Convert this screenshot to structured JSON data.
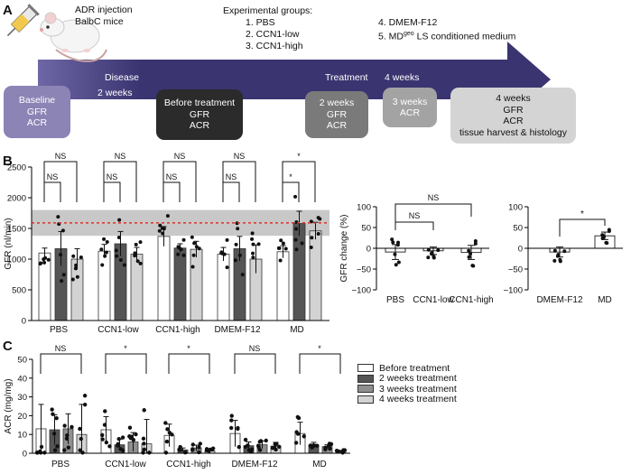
{
  "panel_a": {
    "letter": "A",
    "injection_label": "ADR injection",
    "mouse_label": "BalbC mice",
    "groups_title": "Experimental groups:",
    "groups_col1": [
      "1. PBS",
      "2. CCN1-low",
      "3. CCN1-high"
    ],
    "group4": "4. DMEM-F12",
    "group5_prefix": "5. MD",
    "group5_sup": "geo",
    "group5_suffix": " LS conditioned medium",
    "disease_label": "Disease",
    "disease_duration": "2 weeks",
    "treatment_label": "Treatment",
    "treatment_duration": "4 weeks",
    "boxes": [
      {
        "lines": [
          "Baseline",
          "GFR",
          "ACR"
        ],
        "color": "#8c84b5",
        "text_color": "#ffffff"
      },
      {
        "lines": [
          "Before treatment",
          "GFR",
          "ACR"
        ],
        "color": "#2b2b2b",
        "text_color": "#ffffff"
      },
      {
        "lines": [
          "2 weeks",
          "GFR",
          "ACR"
        ],
        "color": "#7a7a7a",
        "text_color": "#ffffff"
      },
      {
        "lines": [
          "3 weeks",
          "ACR"
        ],
        "color": "#a3a3a3",
        "text_color": "#ffffff"
      },
      {
        "lines": [
          "4 weeks",
          "GFR",
          "ACR",
          "tissue harvest & histology"
        ],
        "color": "#d4d4d4",
        "text_color": "#111111"
      }
    ],
    "colors": {
      "arrow_dark": "#3a3470",
      "arrow_light": "#6e67a6"
    }
  },
  "panel_b_letter": "B",
  "panel_c_letter": "C",
  "legend": [
    {
      "label": "Before treatment",
      "color": "#ffffff"
    },
    {
      "label": "2 weeks treatment",
      "color": "#555555"
    },
    {
      "label": "3 weeks treatment",
      "color": "#8f8f8f"
    },
    {
      "label": "4 weeks treatment",
      "color": "#d3d3d3"
    }
  ],
  "chart_data": [
    {
      "type": "bar",
      "ylabel": "GFR (nl/min)",
      "ylim": [
        0,
        2500
      ],
      "yticks": [
        0,
        500,
        1000,
        1500,
        2000,
        2500
      ],
      "tick_labels": [
        "0",
        "500",
        "1000",
        "1500",
        "2000",
        "2500"
      ],
      "categories": [
        "PBS",
        "CCN1-low",
        "CCN1-high",
        "DMEM-F12",
        "MD"
      ],
      "series_colors": [
        "#ffffff",
        "#555555",
        "#d3d3d3"
      ],
      "values": [
        [
          1100,
          1170,
          1000
        ],
        [
          1130,
          1250,
          1080
        ],
        [
          1370,
          1180,
          1160
        ],
        [
          1080,
          1170,
          1000
        ],
        [
          1120,
          1580,
          1460
        ]
      ],
      "errors": [
        [
          80,
          280,
          170
        ],
        [
          110,
          200,
          110
        ],
        [
          160,
          70,
          130
        ],
        [
          110,
          200,
          230
        ],
        [
          100,
          200,
          140
        ]
      ],
      "baseline_band": [
        1380,
        1800
      ],
      "baseline_mean": 1590,
      "significance": [
        {
          "group": 0,
          "lower": "NS",
          "upper": "NS"
        },
        {
          "group": 1,
          "lower": "NS",
          "upper": "NS"
        },
        {
          "group": 2,
          "lower": "NS",
          "upper": "NS"
        },
        {
          "group": 3,
          "lower": "NS",
          "upper": "NS"
        },
        {
          "group": 4,
          "lower": "*",
          "upper": "*"
        }
      ]
    },
    {
      "type": "bar",
      "ylabel": "GFR change (%)",
      "ylim": [
        -100,
        100
      ],
      "yticks": [
        -100,
        -50,
        0,
        50,
        100
      ],
      "tick_labels": [
        "−100",
        "−50",
        "0",
        "50",
        "100"
      ],
      "categories": [
        "PBS",
        "CCN1-low",
        "CCN1-high"
      ],
      "values": [
        -9,
        -6,
        -10
      ],
      "errors": [
        18,
        9,
        17
      ],
      "significance": [
        "NS",
        "NS"
      ]
    },
    {
      "type": "bar",
      "ylim": [
        -100,
        100
      ],
      "yticks": [
        -100,
        -50,
        0,
        50,
        100
      ],
      "tick_labels": [
        "−100",
        "−50",
        "0",
        "50",
        "100"
      ],
      "categories": [
        "DMEM-F12",
        "MD"
      ],
      "values": [
        -9,
        30
      ],
      "errors": [
        12,
        9
      ],
      "significance": [
        "*"
      ]
    },
    {
      "type": "bar",
      "ylabel": "ACR (mg/mg)",
      "ylim": [
        0,
        50
      ],
      "yticks": [
        0,
        10,
        20,
        30,
        40,
        50
      ],
      "tick_labels": [
        "0",
        "10",
        "20",
        "30",
        "40",
        "50"
      ],
      "categories": [
        "PBS",
        "CCN1-low",
        "CCN1-high",
        "DMEM-F12",
        "MD"
      ],
      "series_colors": [
        "#ffffff",
        "#555555",
        "#8f8f8f",
        "#d3d3d3"
      ],
      "values": [
        [
          13,
          12.5,
          13,
          10
        ],
        [
          12.5,
          4.5,
          6,
          5
        ],
        [
          9.5,
          1.8,
          2.8,
          1.2
        ],
        [
          10.5,
          4,
          4.5,
          3.8
        ],
        [
          10.5,
          4.3,
          3.5,
          1
        ]
      ],
      "errors": [
        [
          13,
          8,
          8,
          16
        ],
        [
          7,
          3,
          5,
          13
        ],
        [
          6,
          1,
          1.5,
          1
        ],
        [
          7,
          2,
          2,
          2
        ],
        [
          6,
          1.5,
          1,
          0.5
        ]
      ],
      "significance": [
        "NS",
        "*",
        "*",
        "NS",
        "*"
      ]
    }
  ]
}
